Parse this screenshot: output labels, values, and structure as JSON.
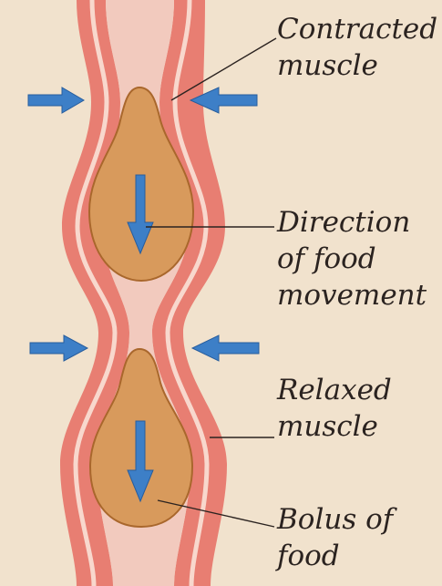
{
  "labels": {
    "contracted": [
      "Contracted",
      "muscle"
    ],
    "direction": [
      "Direction",
      "of food",
      "movement"
    ],
    "relaxed": [
      "Relaxed",
      "muscle"
    ],
    "bolus": [
      "Bolus of",
      "food"
    ]
  },
  "colors": {
    "background": "#f1e2cd",
    "muscle_outer": "#e87e72",
    "muscle_stripe": "#f8d8cd",
    "lumen": "#f2cabe",
    "bolus_fill": "#d89a5c",
    "bolus_outline": "#a9672c",
    "arrow_fill": "#3d7fc7",
    "arrow_outline": "#275d9d",
    "leader_line": "#2b2320"
  },
  "icons": {
    "squeeze_arrows": "arrow-right-icon / arrow-left-icon",
    "direction_arrows": "arrow-down-icon"
  }
}
